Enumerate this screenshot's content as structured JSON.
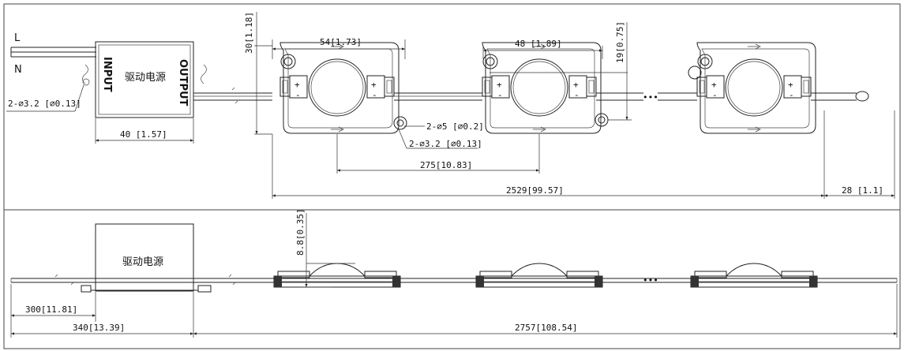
{
  "wires": {
    "live": "L",
    "neutral": "N"
  },
  "driver": {
    "name": "驱动电源",
    "input_label": "INPUT",
    "output_label": "OUTPUT"
  },
  "top_view": {
    "dims": {
      "driver_hole": "2-⌀3.2 [⌀0.13]",
      "driver_width": "40 [1.57]",
      "module_height": "30[1.18]",
      "module_width": "54[1.73]",
      "lens_width": "48 [1.89]",
      "hole_spacing": "19[0.75]",
      "hole_large": "2-⌀5 [⌀0.2]",
      "hole_small": "2-⌀3.2 [⌀0.13]",
      "module_pitch": "275[10.83]",
      "chain_length": "2529[99.57]",
      "end_length": "28 [1.1]"
    },
    "continuation": "•••"
  },
  "side_view": {
    "dims": {
      "module_thickness": "8.8[0.35]",
      "input_lead": "300[11.81]",
      "driver_lead": "340[13.39]",
      "total_length": "2757[108.54]"
    },
    "continuation": "•••"
  }
}
